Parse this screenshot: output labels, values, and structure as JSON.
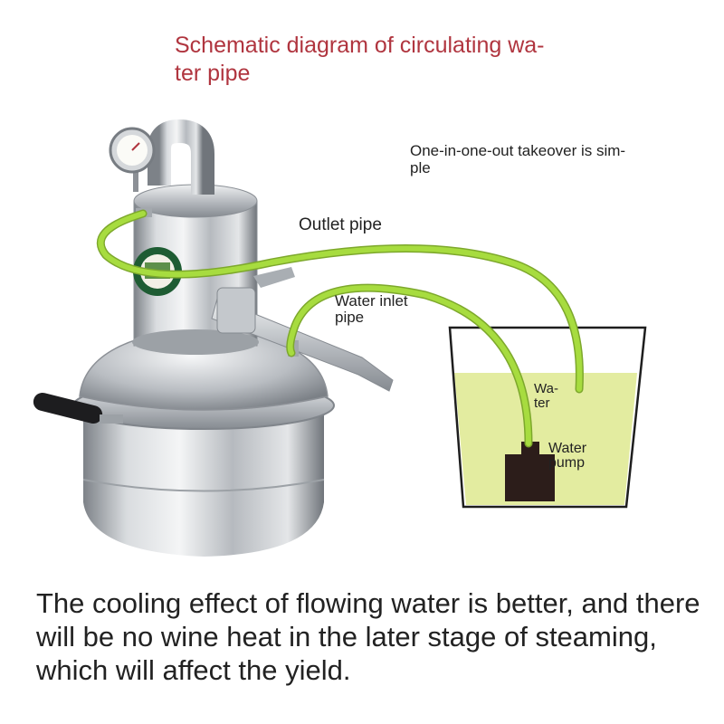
{
  "title": "Schematic diagram of circulating wa-\nter pipe",
  "labels": {
    "one_in_one_out": "One-in-one-out takeover is sim-\nple",
    "outlet_pipe": "Outlet pipe",
    "water_inlet_pipe": "Water inlet\npipe",
    "water": "Wa-\nter",
    "water_pump": "Water\npump"
  },
  "caption": "The cooling effect of flowing water is better, and there will be no wine heat in the later stage of steaming, which will affect the yield.",
  "colors": {
    "title": "#b0353f",
    "pipe": "#9ed43a",
    "water": "#e3eca0",
    "pump": "#2c1d1a",
    "steel": "#c9ccd0"
  }
}
